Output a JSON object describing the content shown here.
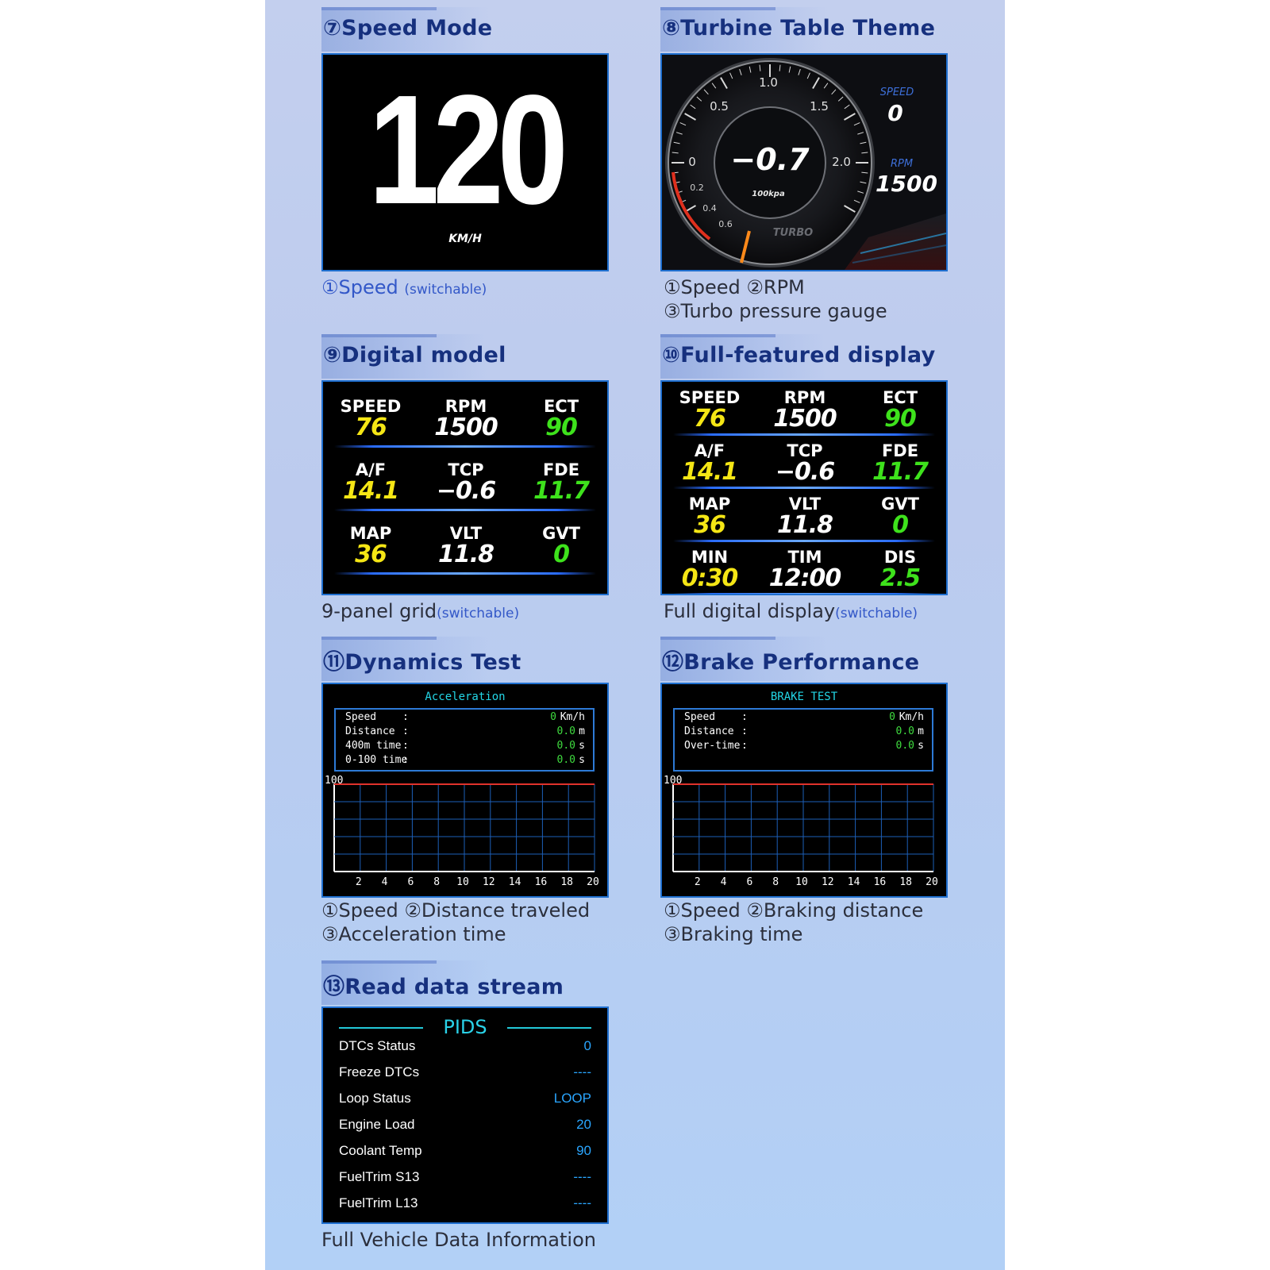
{
  "sections": {
    "speed_mode": {
      "title": "⑦Speed Mode",
      "speed": "120",
      "unit": "KM/H",
      "caption_main": "①Speed",
      "caption_note": "(switchable)"
    },
    "turbine": {
      "title": "⑧Turbine Table Theme",
      "gauge_ticks": [
        "1.0",
        "0.5",
        "1.5",
        "0",
        "2.0",
        "0.2",
        "0.4",
        "0.6"
      ],
      "gauge_value": "−0.7",
      "gauge_unit": "100kpa",
      "gauge_brand": "TURBO",
      "speed_label": "SPEED",
      "speed_value": "0",
      "rpm_label": "RPM",
      "rpm_value": "1500",
      "caption_line1": "①Speed ②RPM",
      "caption_line2": "③Turbo pressure gauge"
    },
    "digital": {
      "title": "⑨Digital model",
      "cells": [
        {
          "label": "SPEED",
          "value": "76",
          "color": "#f5e615"
        },
        {
          "label": "RPM",
          "value": "1500",
          "color": "#ffffff"
        },
        {
          "label": "ECT",
          "value": "90",
          "color": "#3ee21c"
        },
        {
          "label": "A/F",
          "value": "14.1",
          "color": "#f5e615"
        },
        {
          "label": "TCP",
          "value": "−0.6",
          "color": "#ffffff"
        },
        {
          "label": "FDE",
          "value": "11.7",
          "color": "#3ee21c"
        },
        {
          "label": "MAP",
          "value": "36",
          "color": "#f5e615"
        },
        {
          "label": "VLT",
          "value": "11.8",
          "color": "#ffffff"
        },
        {
          "label": "GVT",
          "value": "0",
          "color": "#3ee21c"
        }
      ],
      "caption_main": "9-panel grid",
      "caption_note": "(switchable)"
    },
    "full": {
      "title": "⑩Full-featured display",
      "cells": [
        {
          "label": "SPEED",
          "value": "76",
          "color": "#f5e615"
        },
        {
          "label": "RPM",
          "value": "1500",
          "color": "#ffffff"
        },
        {
          "label": "ECT",
          "value": "90",
          "color": "#3ee21c"
        },
        {
          "label": "A/F",
          "value": "14.1",
          "color": "#f5e615"
        },
        {
          "label": "TCP",
          "value": "−0.6",
          "color": "#ffffff"
        },
        {
          "label": "FDE",
          "value": "11.7",
          "color": "#3ee21c"
        },
        {
          "label": "MAP",
          "value": "36",
          "color": "#f5e615"
        },
        {
          "label": "VLT",
          "value": "11.8",
          "color": "#ffffff"
        },
        {
          "label": "GVT",
          "value": "0",
          "color": "#3ee21c"
        },
        {
          "label": "MIN",
          "value": "0:30",
          "color": "#f5e615"
        },
        {
          "label": "TIM",
          "value": "12:00",
          "color": "#ffffff"
        },
        {
          "label": "DIS",
          "value": "2.5",
          "color": "#3ee21c"
        }
      ],
      "caption_main": "Full digital display",
      "caption_note": "(switchable)"
    },
    "dynamics": {
      "title": "⑪Dynamics Test",
      "screen_title": "Acceleration",
      "rows": [
        {
          "key": "Speed",
          "value": "0",
          "unit": "Km/h"
        },
        {
          "key": "Distance",
          "value": "0.0",
          "unit": "m"
        },
        {
          "key": "400m time",
          "value": "0.0",
          "unit": "s"
        },
        {
          "key": "0-100 time",
          "value": "0.0",
          "unit": "s"
        }
      ],
      "y_max": "100",
      "x_ticks": [
        "2",
        "4",
        "6",
        "8",
        "10",
        "12",
        "14",
        "16",
        "18",
        "20"
      ],
      "caption_line1": "①Speed ②Distance traveled",
      "caption_line2": "③Acceleration time"
    },
    "brake": {
      "title": "⑫Brake Performance",
      "screen_title": "BRAKE TEST",
      "rows": [
        {
          "key": "Speed",
          "value": "0",
          "unit": "Km/h"
        },
        {
          "key": "Distance",
          "value": "0.0",
          "unit": "m"
        },
        {
          "key": "Over-time",
          "value": "0.0",
          "unit": "s"
        }
      ],
      "y_max": "100",
      "x_ticks": [
        "2",
        "4",
        "6",
        "8",
        "10",
        "12",
        "14",
        "16",
        "18",
        "20"
      ],
      "caption_line1": "①Speed ②Braking distance",
      "caption_line2": "③Braking time"
    },
    "pids": {
      "title": "⑬Read data stream",
      "screen_title": "PIDS",
      "rows": [
        {
          "key": "DTCs Status",
          "value": "0"
        },
        {
          "key": "Freeze DTCs",
          "value": "----"
        },
        {
          "key": "Loop Status",
          "value": "LOOP"
        },
        {
          "key": "Engine Load",
          "value": "20"
        },
        {
          "key": "Coolant Temp",
          "value": "90"
        },
        {
          "key": "FuelTrim S13",
          "value": "----"
        },
        {
          "key": "FuelTrim L13",
          "value": "----"
        }
      ],
      "caption": "Full Vehicle Data Information"
    }
  }
}
